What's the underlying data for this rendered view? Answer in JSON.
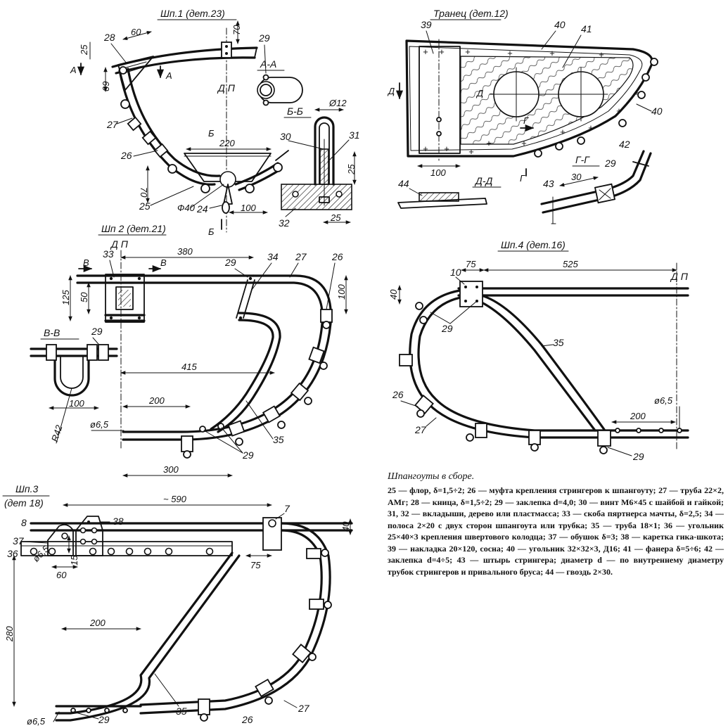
{
  "views": {
    "shp1": {
      "title": "Шп.1 (дет.23)",
      "section_aa": "А-А",
      "section_bb": "Б-Б",
      "dp": "Д П",
      "cut_a": "А",
      "cut_b": "Б",
      "dims": {
        "d60": "60",
        "d25": "25",
        "d70": "70",
        "d60v": "60",
        "d220": "220",
        "d70v": "70",
        "d100": "100",
        "d12": "Ø12",
        "d25b": "25",
        "d25c": "25",
        "d40": "Ф40"
      },
      "callouts": {
        "c28": "28",
        "c29": "29",
        "c27": "27",
        "c26": "26",
        "c25": "25",
        "c24": "24",
        "c30": "30",
        "c31": "31",
        "c32": "32"
      }
    },
    "tranets": {
      "title": "Транец (дет.12)",
      "cut_d": "Д",
      "cut_g": "Г",
      "section_dd": "Д-Д",
      "section_gg": "Г-Г",
      "dims": {
        "d100": "100",
        "d30": "30"
      },
      "callouts": {
        "c39": "39",
        "c40": "40",
        "c41": "41",
        "c40b": "40",
        "c42": "42",
        "c29": "29",
        "c43": "43",
        "c44": "44"
      }
    },
    "shp2": {
      "title": "Шп 2 (дет.21)",
      "section_vv": "В-В",
      "cut_v": "В",
      "dp": "Д П",
      "dims": {
        "d380": "380",
        "d125": "125",
        "d50": "50",
        "d100": "100",
        "d415": "415",
        "d200": "200",
        "d65": "ø6,5",
        "d300": "300",
        "d100b": "100",
        "r42": "R42"
      },
      "callouts": {
        "c33": "33",
        "c29": "29",
        "c34": "34",
        "c27": "27",
        "c26": "26",
        "c29b": "29",
        "c35": "35",
        "c29c": "29"
      }
    },
    "shp3": {
      "title": "Шп.3",
      "subtitle": "(дет 18)",
      "dims": {
        "d590": "~ 590",
        "d40": "40",
        "d75": "75",
        "d15": "15",
        "d60": "60",
        "d280": "280",
        "d200": "200",
        "d65": "ø6,5",
        "d65b": "ø6,5"
      },
      "callouts": {
        "c8": "8",
        "c38": "38",
        "c7": "7",
        "c37": "37",
        "c36": "36",
        "c27": "27",
        "c35": "35",
        "c26": "26",
        "c29": "29"
      }
    },
    "shp4": {
      "title": "Шп.4 (дет.16)",
      "dp": "Д П",
      "dims": {
        "d75": "75",
        "d525": "525",
        "d40": "40",
        "d200": "200",
        "d65": "ø6,5"
      },
      "callouts": {
        "c10": "10",
        "c29": "29",
        "c35": "35",
        "c26": "26",
        "c27": "27",
        "c29b": "29"
      }
    }
  },
  "legend": {
    "title": "Шпангоуты в сборе.",
    "body": "25 — флор, δ=1,5÷2; 26 — муфта крепления стрингеров к шпангоуту; 27 — труба 22×2, АМг; 28 — кница, δ=1,5÷2; 29 — заклепка d=4,0; 30 — винт М6×45 с шайбой и гайкой; 31, 32 — вкладыши, дерево или пластмасса; 33 — скоба пяртнерса мачты, δ=2,5; 34 — полоса 2×20 с двух сторон шпангоута или трубка; 35 — труба 18×1; 36 — угольник 25×40×3 крепления швертового колодца; 37 — обушок δ=3; 38 — каретка гика-шкота; 39 — накладка 20×120, сосна; 40 — угольник 32×32×3, Д16; 41 — фанера δ=5÷6; 42 — заклепка d=4÷5; 43 — штырь стрингера; диаметр d — по внутреннему диаметру трубок стрингеров и привального бруса; 44 — гвоздь 2×30."
  }
}
